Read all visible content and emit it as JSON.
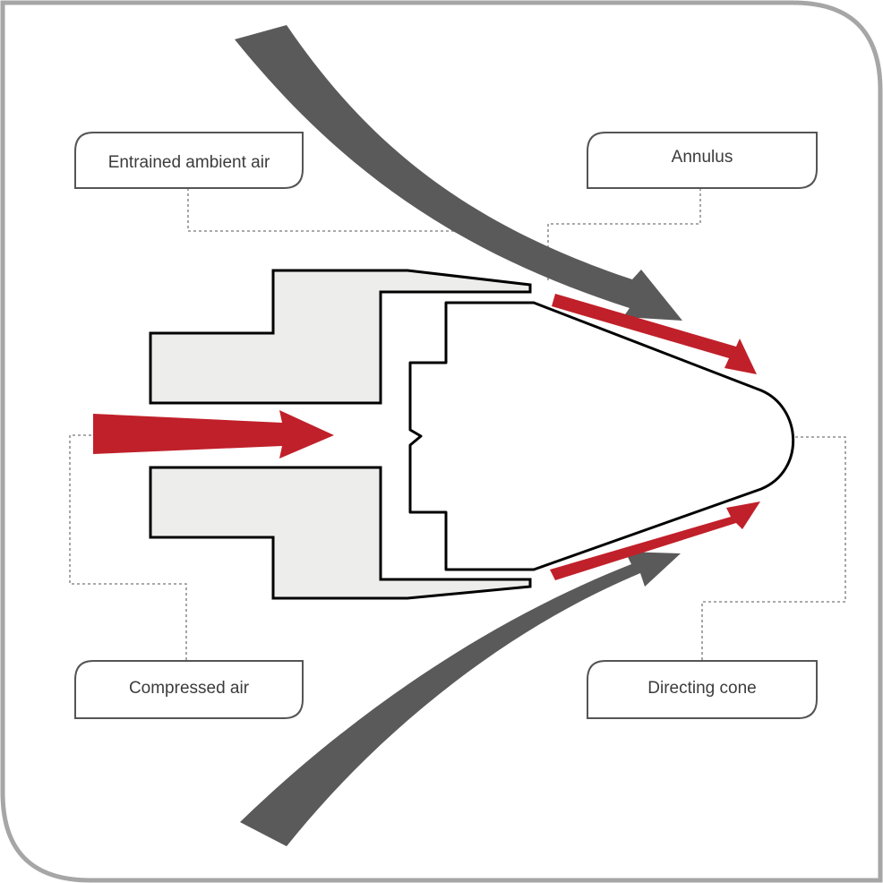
{
  "labels": {
    "entrained_air": "Entrained ambient air",
    "annulus": "Annulus",
    "compressed_air": "Compressed air",
    "directing_cone": "Directing cone"
  },
  "colors": {
    "frame_border": "#a6a6a6",
    "body_fill": "#ededeb",
    "outline": "#000000",
    "entrained_arrow": "#5a5a5a",
    "flow_arrow": "#c0202a",
    "leader_line": "#777777",
    "callout_border": "#555555",
    "label_text": "#3c3c3c"
  },
  "icons": {
    "entrained_arrows": "curved-arrow",
    "flow_arrows": "straight-arrow"
  }
}
